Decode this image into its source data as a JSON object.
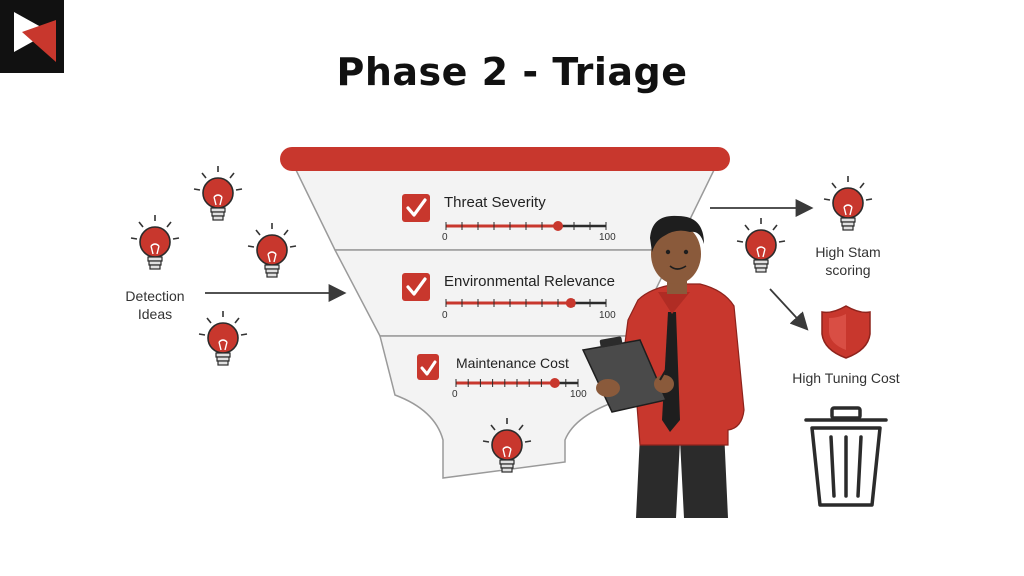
{
  "title": "Phase 2 - Triage",
  "left_label": [
    "Detection",
    "Ideas"
  ],
  "criteria": [
    {
      "label": "Threat Severity",
      "value": 70,
      "min_label": "0",
      "max_label": "100"
    },
    {
      "label": "Environmental Relevance",
      "value": 78,
      "min_label": "0",
      "max_label": "100"
    },
    {
      "label": "Maintenance Cost",
      "value": 81,
      "min_label": "0",
      "max_label": "100"
    }
  ],
  "right_label_top": [
    "High Stam",
    "scoring"
  ],
  "right_label_mid": "High Tuning Cost",
  "colors": {
    "accent": "#C8372D",
    "dark": "#2B2B2B",
    "funnel_fill": "#F2F2F2",
    "funnel_stroke": "#9A9A9A"
  },
  "icons": [
    "play-logo-icon",
    "lightbulb-icon",
    "checkbox-icon",
    "shield-icon",
    "trash-can-icon",
    "clipboard-icon"
  ]
}
